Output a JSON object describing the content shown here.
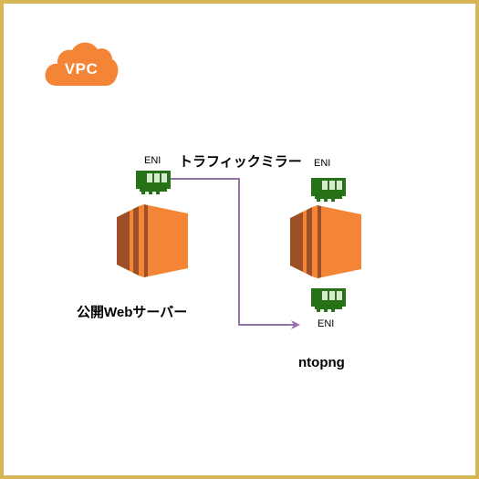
{
  "colors": {
    "frame_border": "#d6b656",
    "vpc_cloud": "#f58536",
    "ec2_orange": "#f58536",
    "ec2_dark": "#9d5025",
    "eni_green": "#277116",
    "eni_light": "#d9ead3",
    "mirror_line": "#9673a6"
  },
  "vpc": {
    "label": "VPC",
    "icon": "cloud-icon"
  },
  "labels": {
    "eni_source": "ENI",
    "traffic_mirror": "トラフィックミラー",
    "eni_target_top": "ENI",
    "eni_target": "ENI",
    "web_server": "公開Webサーバー",
    "ntopng": "ntopng"
  },
  "icons": {
    "ec2": "ec2-instance-icon",
    "eni": "network-interface-icon",
    "arrow": "arrow-icon"
  }
}
